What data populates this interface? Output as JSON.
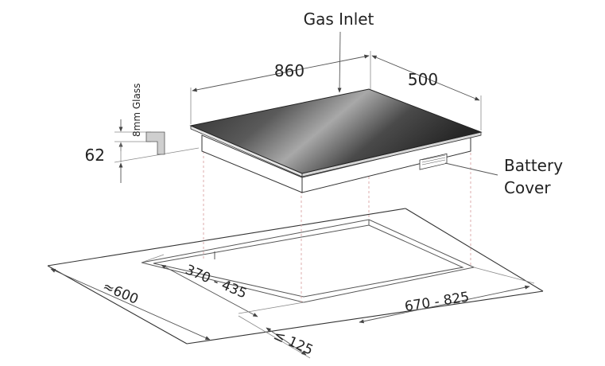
{
  "labels": {
    "gas_inlet": "Gas Inlet",
    "width": "860",
    "depth": "500",
    "glass": "8mm Glass",
    "height": "62",
    "battery_line1": "Battery",
    "battery_line2": "Cover",
    "cutout_depth": "370 - 435",
    "cutout_width": "670 - 825",
    "worktop_depth": "≈600",
    "front_edge": "≤ 125"
  },
  "colors": {
    "glass_dark": "#2c2c2c",
    "glass_light": "#9a9a9a",
    "line": "#333333",
    "guide": "#d9a3a3"
  }
}
